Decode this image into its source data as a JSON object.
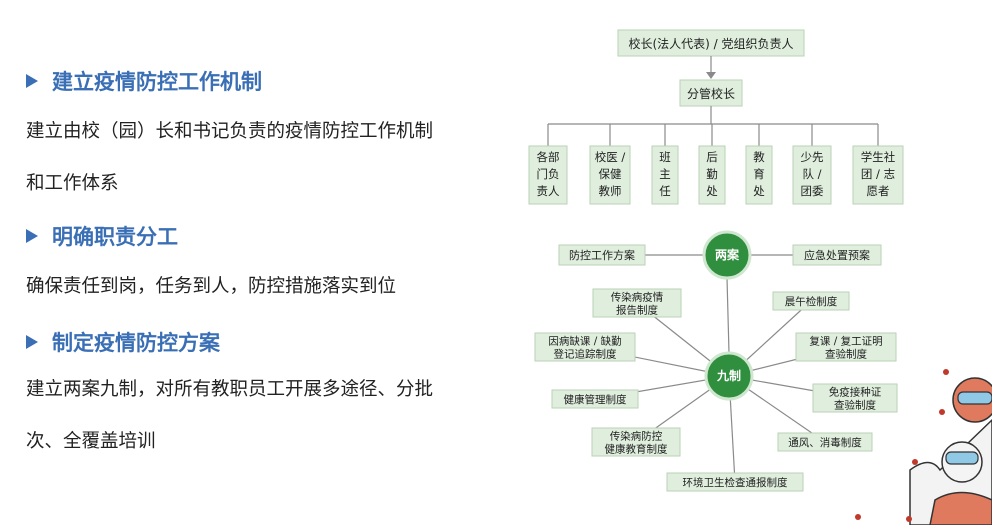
{
  "sections": [
    {
      "heading": "建立疫情防控工作机制",
      "lines": [
        "建立由校（园）长和书记负责的疫情防控工作机制",
        "和工作体系"
      ]
    },
    {
      "heading": "明确职责分工",
      "lines": [
        "确保责任到岗，任务到人，防控措施落实到位"
      ]
    },
    {
      "heading": "制定疫情防控方案",
      "lines": [
        "建立两案九制，对所有教职员工开展多途径、分批",
        "次、全覆盖培训"
      ]
    }
  ],
  "org_chart": {
    "top": "校长(法人代表) / 党组织负责人",
    "middle": "分管校长",
    "units": [
      [
        "各部",
        "门负",
        "责人"
      ],
      [
        "校医 /",
        "保健",
        "教师"
      ],
      [
        "班",
        "主",
        "任"
      ],
      [
        "后",
        "勤",
        "处"
      ],
      [
        "教",
        "育",
        "处"
      ],
      [
        "少先",
        "队 /",
        "团委"
      ],
      [
        "学生社",
        "团 / 志",
        "愿者"
      ]
    ]
  },
  "hub_chart": {
    "liangan": "两案",
    "jiuzhi": "九制",
    "plans": [
      "防控工作方案",
      "应急处置预案"
    ],
    "systems": [
      [
        "传染病疫情",
        "报告制度"
      ],
      [
        "晨午检制度"
      ],
      [
        "因病缺课 / 缺勤",
        "登记追踪制度"
      ],
      [
        "复课 / 复工证明",
        "查验制度"
      ],
      [
        "健康管理制度"
      ],
      [
        "免疫接种证",
        "查验制度"
      ],
      [
        "传染病防控",
        "健康教育制度"
      ],
      [
        "通风、消毒制度"
      ],
      [
        "环境卫生检查通报制度"
      ]
    ]
  },
  "colors": {
    "heading": "#3a6fb5",
    "box_fill": "#dfeedd",
    "hub_fill": "#2f8f3e"
  }
}
